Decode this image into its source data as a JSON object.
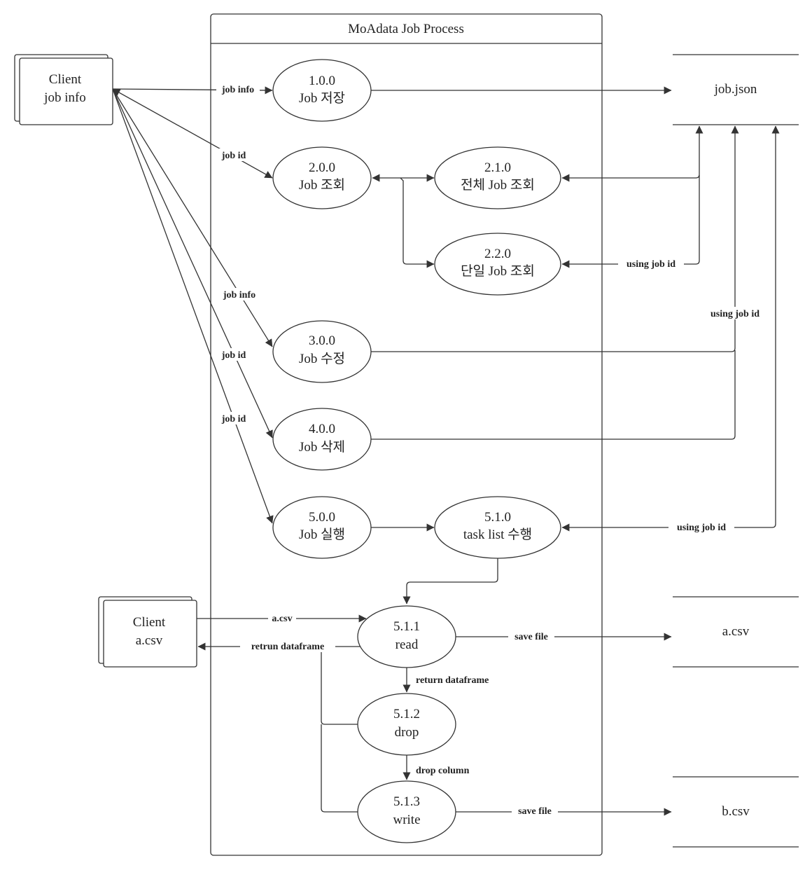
{
  "process_title": "MoAdata Job Process",
  "entities": {
    "client_job": [
      "Client",
      "job info"
    ],
    "client_csv": [
      "Client",
      "a.csv"
    ]
  },
  "stores": {
    "job_json": "job.json",
    "a_csv": "a.csv",
    "b_csv": "b.csv"
  },
  "processes": {
    "p100": [
      "1.0.0",
      "Job 저장"
    ],
    "p200": [
      "2.0.0",
      "Job 조회"
    ],
    "p210": [
      "2.1.0",
      "전체 Job 조회"
    ],
    "p220": [
      "2.2.0",
      "단일 Job 조회"
    ],
    "p300": [
      "3.0.0",
      "Job 수정"
    ],
    "p400": [
      "4.0.0",
      "Job 삭제"
    ],
    "p500": [
      "5.0.0",
      "Job 실행"
    ],
    "p510": [
      "5.1.0",
      "task list 수행"
    ],
    "p511": [
      "5.1.1",
      "read"
    ],
    "p512": [
      "5.1.2",
      "drop"
    ],
    "p513": [
      "5.1.3",
      "write"
    ]
  },
  "edge_labels": {
    "job_info_1": "job info",
    "job_id_2": "job id",
    "job_info_3": "job info",
    "job_id_4": "job id",
    "job_id_5": "job id",
    "using_job_id_a": "using job id",
    "using_job_id_b": "using job id",
    "using_job_id_c": "using job id",
    "a_csv_in": "a.csv",
    "retrun_dataframe": "retrun dataframe",
    "save_file_a": "save file",
    "return_dataframe": "return dataframe",
    "drop_column": "drop column",
    "save_file_b": "save file"
  }
}
